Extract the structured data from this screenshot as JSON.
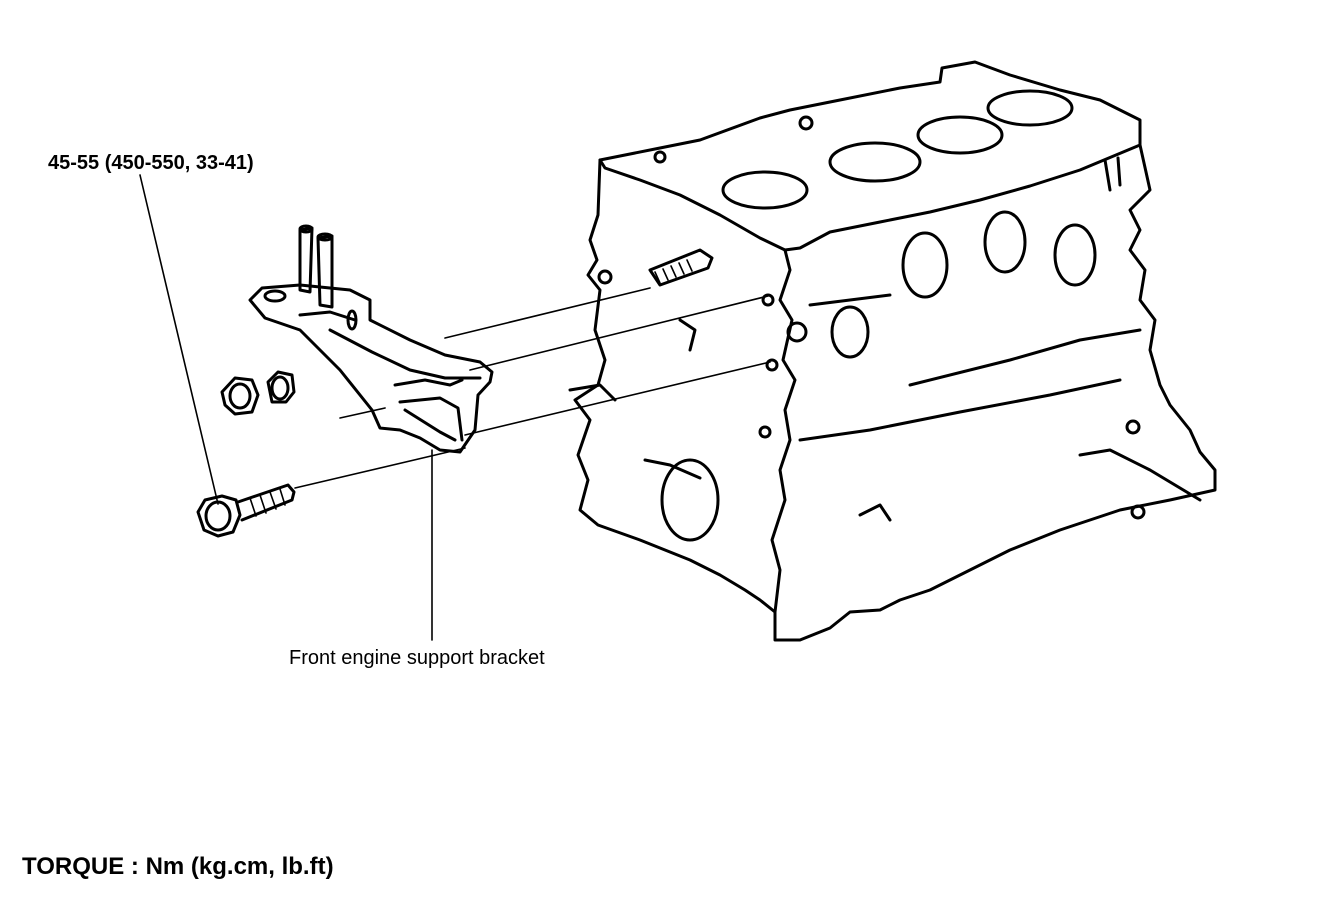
{
  "labels": {
    "torque_spec": "45-55 (450-550, 33-41)",
    "part_name": "Front engine support bracket",
    "torque_units": "TORQUE : Nm (kg.cm, lb.ft)"
  }
}
